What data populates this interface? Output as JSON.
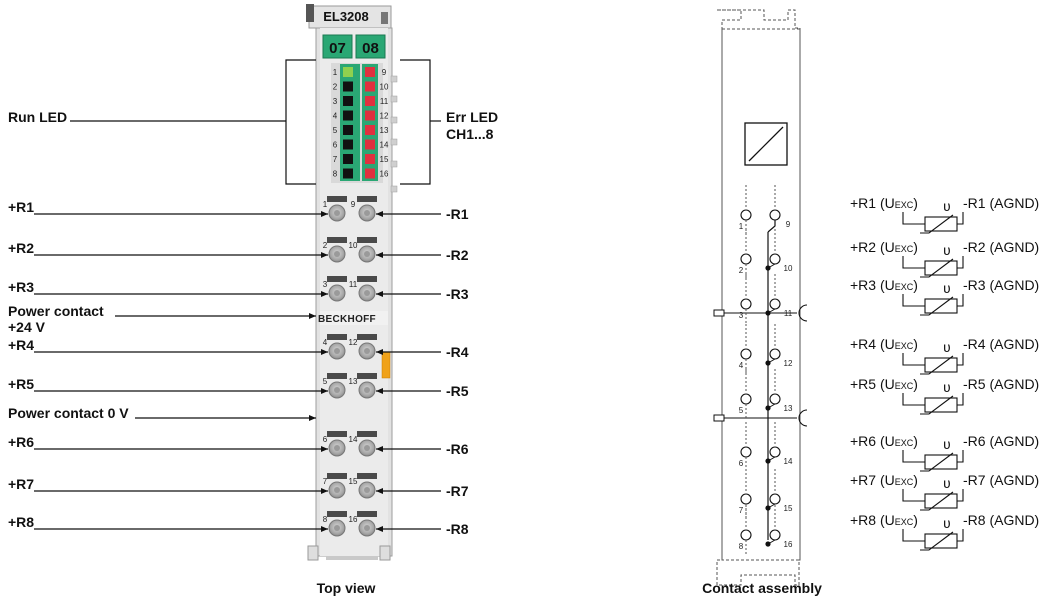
{
  "terminal": {
    "model": "EL3208",
    "channel_groups": [
      "07",
      "08"
    ],
    "brand": "BECKHOFF",
    "led_rows": [
      {
        "left": "1",
        "right": "9"
      },
      {
        "left": "2",
        "right": "10"
      },
      {
        "left": "3",
        "right": "11"
      },
      {
        "left": "4",
        "right": "12"
      },
      {
        "left": "5",
        "right": "13"
      },
      {
        "left": "6",
        "right": "14"
      },
      {
        "left": "7",
        "right": "15"
      },
      {
        "left": "8",
        "right": "16"
      }
    ],
    "terminal_numbers": [
      {
        "left": "1",
        "right": "9"
      },
      {
        "left": "2",
        "right": "10"
      },
      {
        "left": "3",
        "right": "11"
      },
      {
        "left": "4",
        "right": "12"
      },
      {
        "left": "5",
        "right": "13"
      },
      {
        "left": "6",
        "right": "14"
      },
      {
        "left": "7",
        "right": "15"
      },
      {
        "left": "8",
        "right": "16"
      }
    ]
  },
  "labels": {
    "run_led": "Run LED",
    "err_led_line1": "Err LED",
    "err_led_line2": "CH1...8",
    "power_contact_24_line1": "Power contact",
    "power_contact_24_line2": "+24 V",
    "power_contact_0": "Power contact 0 V",
    "left_pins": [
      "+R1",
      "+R2",
      "+R3",
      "+R4",
      "+R5",
      "+R6",
      "+R7",
      "+R8"
    ],
    "right_pins": [
      "-R1",
      "-R2",
      "-R3",
      "-R4",
      "-R5",
      "-R6",
      "-R7",
      "-R8"
    ]
  },
  "captions": {
    "top_view": "Top view",
    "contact_assembly": "Contact assembly"
  },
  "contact_assembly": {
    "left_numbers": [
      "1",
      "2",
      "3",
      "4",
      "5",
      "6",
      "7",
      "8"
    ],
    "right_numbers": [
      "9",
      "10",
      "11",
      "12",
      "13",
      "14",
      "15",
      "16"
    ]
  },
  "connections": [
    {
      "plus": "+R1 (U",
      "plus_sub": "EXC",
      "minus": "-R1 (AGND)",
      "symbol": "ʋ"
    },
    {
      "plus": "+R2 (U",
      "plus_sub": "EXC",
      "minus": "-R2 (AGND)",
      "symbol": "ʋ"
    },
    {
      "plus": "+R3 (U",
      "plus_sub": "EXC",
      "minus": "-R3 (AGND)",
      "symbol": "ʋ"
    },
    {
      "plus": "+R4 (U",
      "plus_sub": "EXC",
      "minus": "-R4 (AGND)",
      "symbol": "ʋ"
    },
    {
      "plus": "+R5 (U",
      "plus_sub": "EXC",
      "minus": "-R5 (AGND)",
      "symbol": "ʋ"
    },
    {
      "plus": "+R6 (U",
      "plus_sub": "EXC",
      "minus": "-R6 (AGND)",
      "symbol": "ʋ"
    },
    {
      "plus": "+R7 (U",
      "plus_sub": "EXC",
      "minus": "-R7 (AGND)",
      "symbol": "ʋ"
    },
    {
      "plus": "+R8 (U",
      "plus_sub": "EXC",
      "minus": "-R8 (AGND)",
      "symbol": "ʋ"
    }
  ],
  "colors": {
    "led_green": "#2aa774",
    "led_run": "#8fd14f",
    "led_err": "#e0303f",
    "led_off": "#111111",
    "housing": "#e2e2e2",
    "contact": "#c7c7c7",
    "orange_tab": "#f0a21a"
  }
}
